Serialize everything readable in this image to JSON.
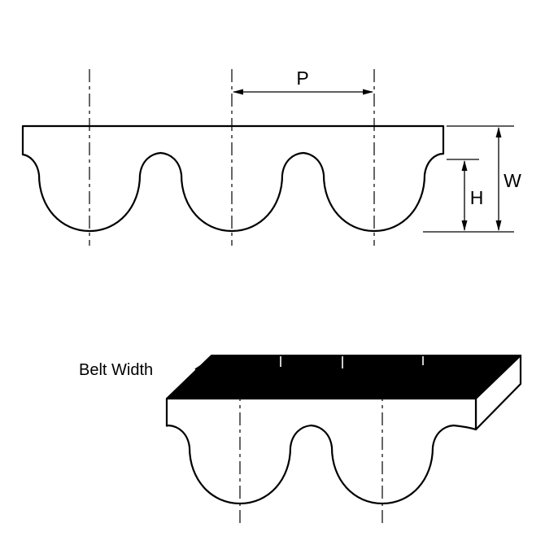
{
  "labels": {
    "pitch": "P",
    "belt_thickness": "W",
    "tooth_height": "H",
    "belt_width": "Belt Width"
  },
  "colors": {
    "stroke": "#000000",
    "belt_fill": "#ffffff",
    "top_face_fill": "#000000",
    "background": "#ffffff"
  }
}
